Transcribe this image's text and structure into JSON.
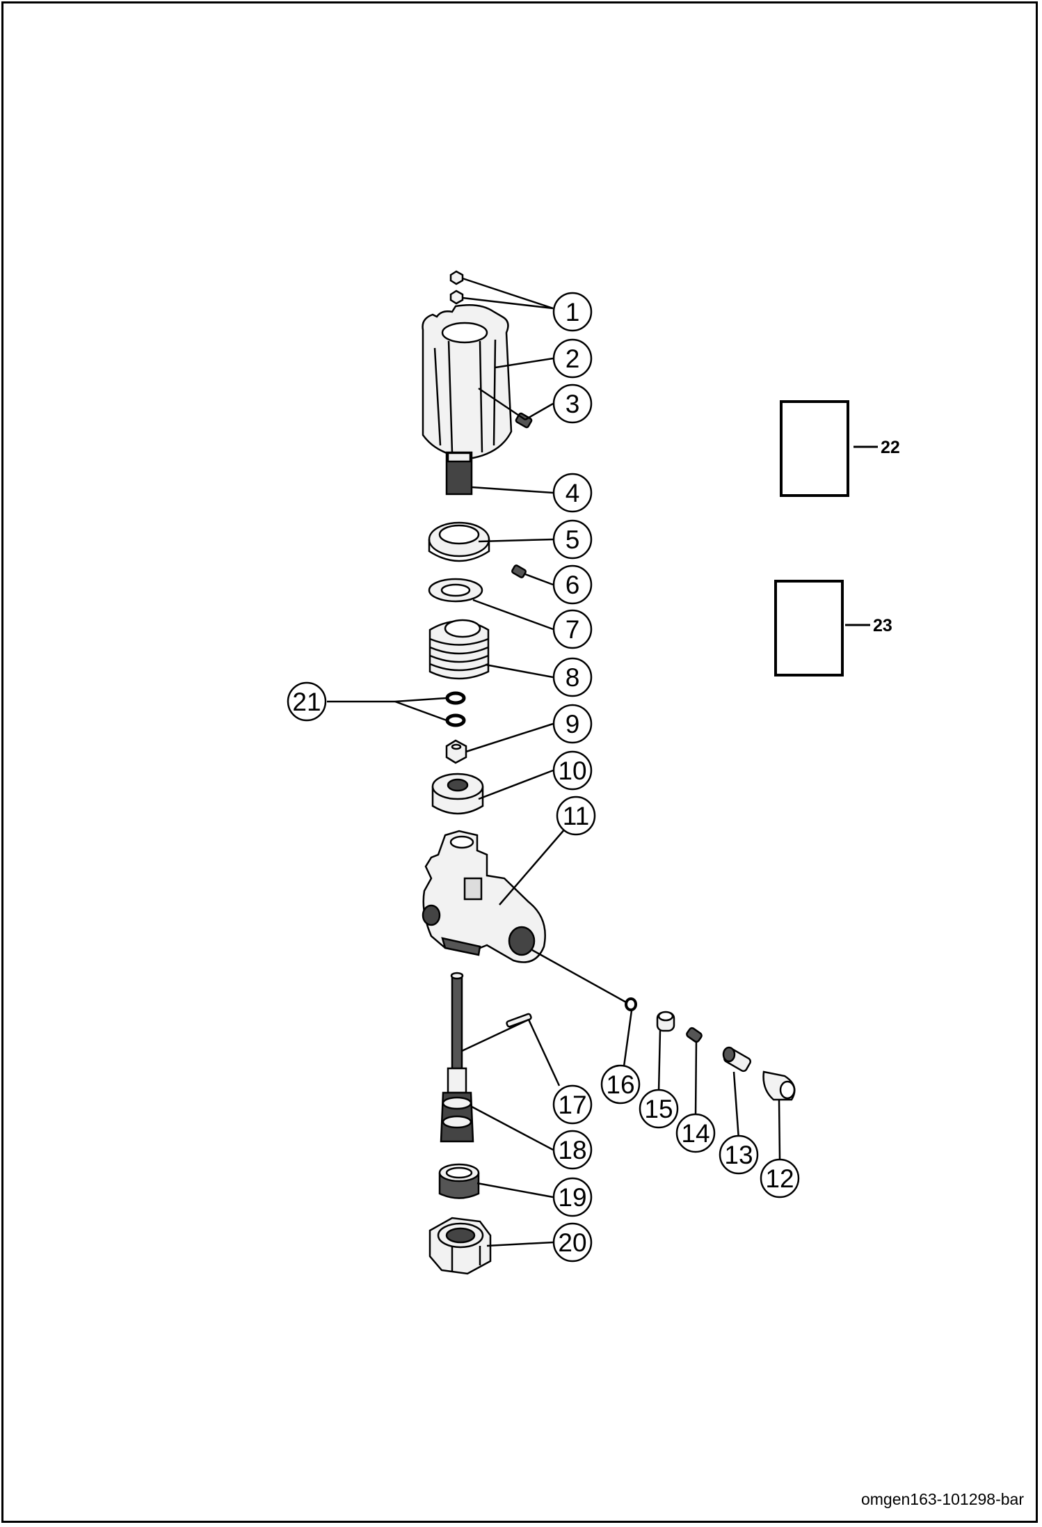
{
  "drawing": {
    "callouts": [
      "1",
      "2",
      "3",
      "4",
      "5",
      "6",
      "7",
      "8",
      "9",
      "10",
      "11",
      "12",
      "13",
      "14",
      "15",
      "16",
      "17",
      "18",
      "19",
      "20",
      "21"
    ],
    "boxes": [
      "22",
      "23"
    ]
  },
  "footer": {
    "code": "omgen163-101298-bar"
  },
  "colors": {
    "ink": "#000000",
    "paper": "#ffffff",
    "part_fill": "#f2f2f2",
    "dark": "#444444"
  }
}
